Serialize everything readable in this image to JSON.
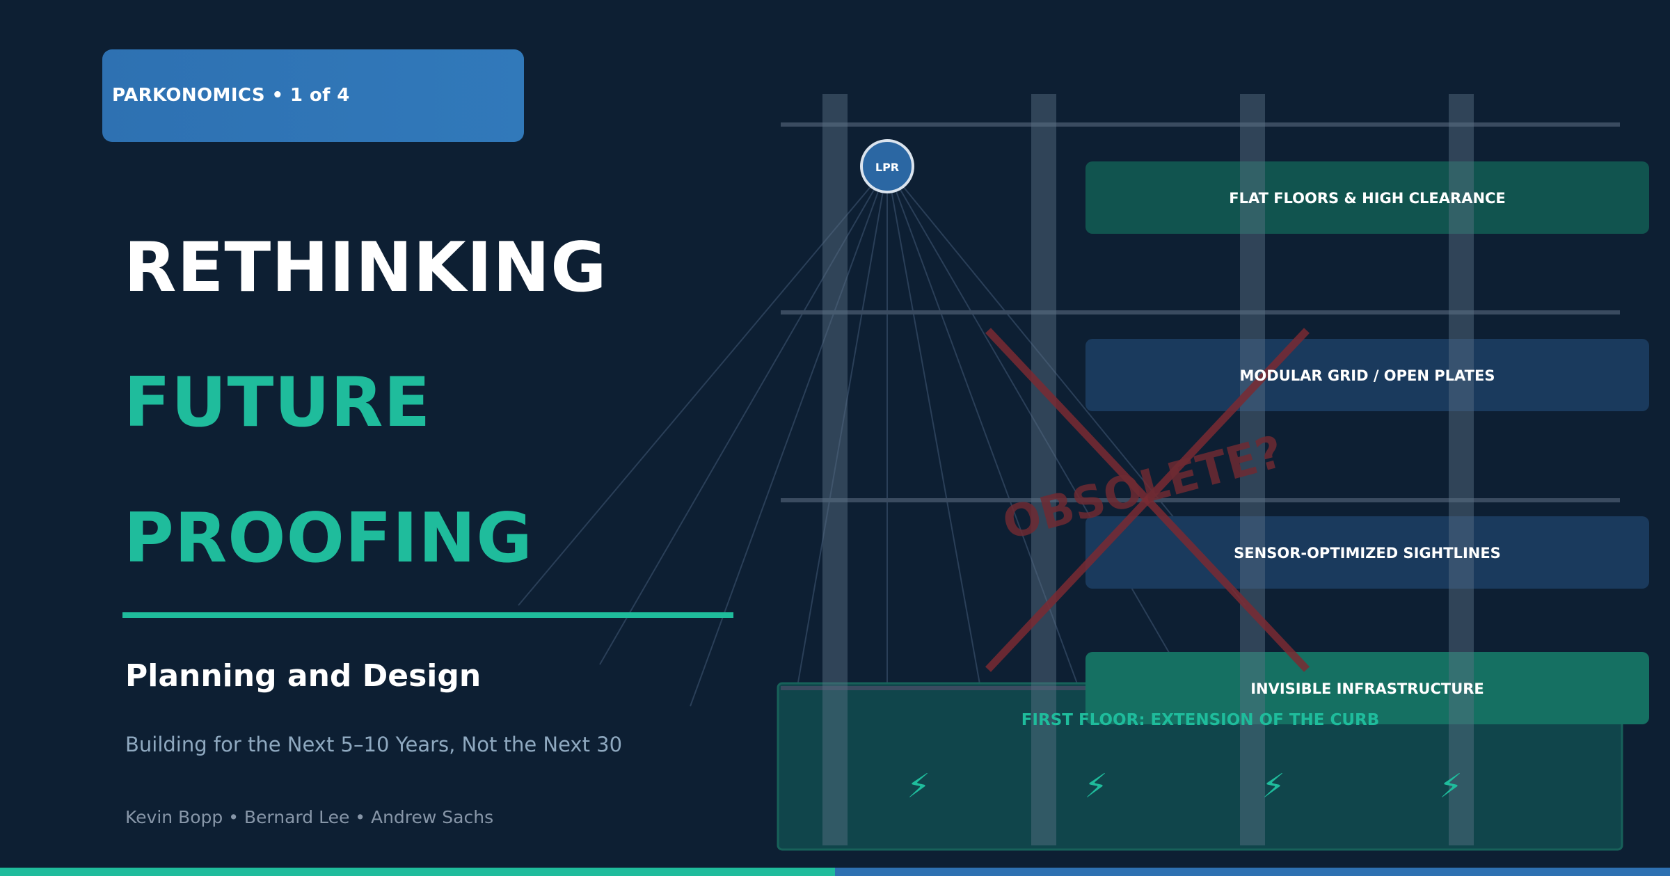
{
  "badge": {
    "text": "PARKONOMICS  •  1 of 4"
  },
  "title": {
    "line1": "RETHINKING",
    "line2": "FUTURE",
    "line3": "PROOFING"
  },
  "subtitle": "Planning and Design",
  "tagline": "Building for the Next 5–10 Years, Not the Next 30",
  "authors": "Kevin Bopp  •  Bernard Lee  •  Andrew Sachs",
  "diagram": {
    "sensor_label": "LPR",
    "features": [
      "FLAT FLOORS & HIGH CLEARANCE",
      "MODULAR GRID / OPEN PLATES",
      "SENSOR-OPTIMIZED SIGHTLINES",
      "INVISIBLE INFRASTRUCTURE"
    ],
    "first_floor_label": "FIRST FLOOR: EXTENSION OF THE CURB",
    "obsolete_stamp": "OBSOLETE?",
    "charging_icon": "⚡"
  },
  "colors": {
    "background": "#0d1f33",
    "teal_accent": "#1fbc9c",
    "blue_accent": "#2e71b2",
    "obsolete_red": "#7a2a33"
  },
  "icons": {
    "charging": "lightning-bolt-icon",
    "sensor": "lpr-camera-icon"
  }
}
